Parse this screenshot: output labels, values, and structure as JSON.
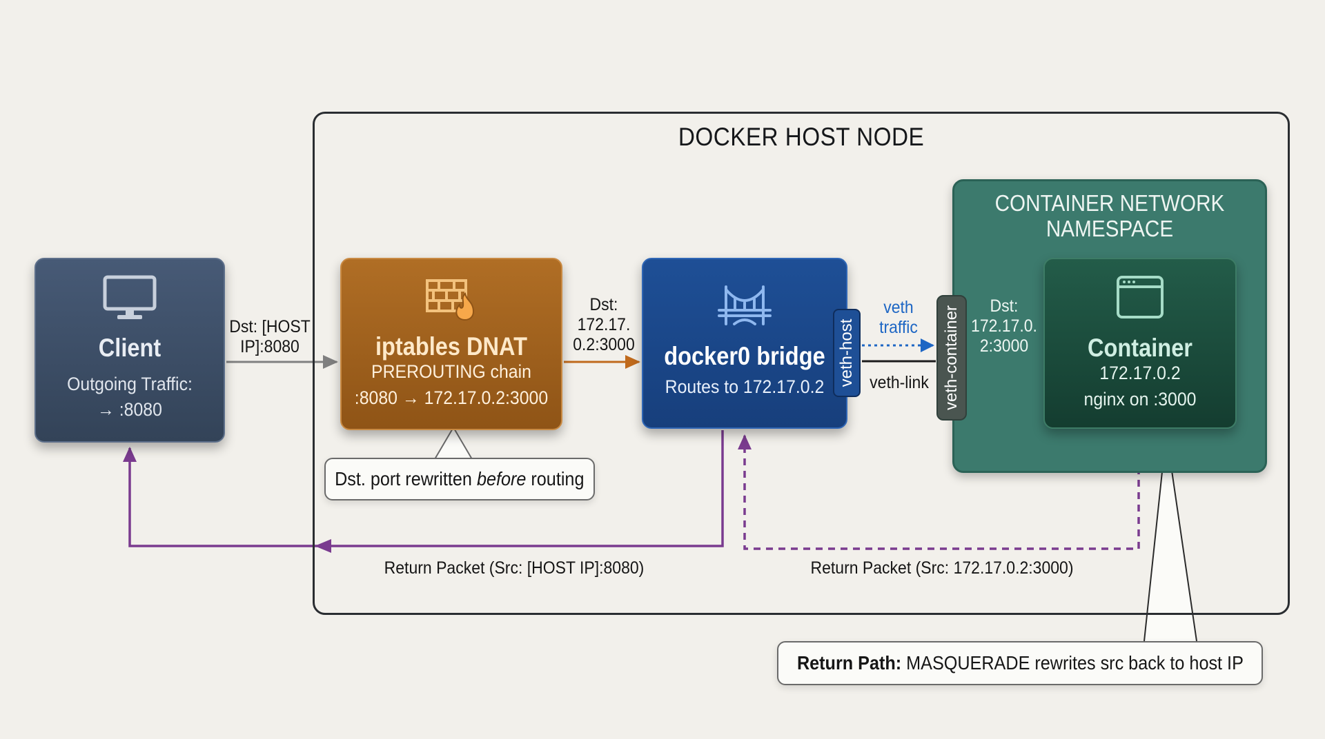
{
  "host": {
    "title": "DOCKER HOST NODE"
  },
  "namespace": {
    "title": "CONTAINER NETWORK\nNAMESPACE"
  },
  "nodes": {
    "client": {
      "title": "Client",
      "line1": "Outgoing Traffic:",
      "line2": "→ :8080",
      "icon": "monitor-icon"
    },
    "iptables": {
      "title": "iptables DNAT",
      "line1": "PREROUTING chain",
      "line2": ":8080 → 172.17.0.2:3000",
      "icon": "firewall-icon"
    },
    "bridge": {
      "title": "docker0 bridge",
      "line1": "Routes to 172.17.0.2",
      "icon": "bridge-icon"
    },
    "container": {
      "title": "Container",
      "line1": "172.17.0.2",
      "line2": "nginx on :3000",
      "icon": "browser-window-icon"
    }
  },
  "ports": {
    "veth_host": "veth-host",
    "veth_container": "veth-container"
  },
  "edge_labels": {
    "client_to_iptables": "Dst: [HOST\nIP]:8080",
    "iptables_to_bridge": "Dst:\n172.17.\n0.2:3000",
    "veth_traffic": "veth\ntraffic",
    "veth_link": "veth-link",
    "ns_to_container": "Dst:\n172.17.0.\n2:3000",
    "return_to_client": "Return Packet (Src: [HOST IP]:8080)",
    "return_to_bridge": "Return Packet (Src: 172.17.0.2:3000)"
  },
  "callouts": {
    "dnat": {
      "pre": "Dst. port rewritten ",
      "em": "before",
      "post": " routing"
    },
    "return_path": {
      "bold": "Return Path:",
      "rest": " MASQUERADE rewrites src back to host IP"
    }
  },
  "colors": {
    "client": "#3d4e66",
    "iptables": "#a0611d",
    "bridge": "#1b4889",
    "namespace": "#3c7a6d",
    "container": "#1b4a3b",
    "return_path": "#7a3b8f",
    "forward_arrow": "#c06a1c",
    "veth_traffic": "#1d66c4"
  }
}
